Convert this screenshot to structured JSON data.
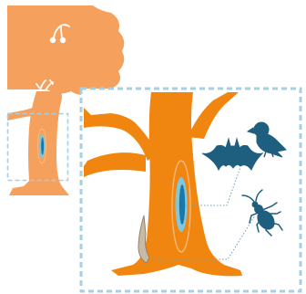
{
  "illustration": {
    "small_tree": {
      "fruit_icon": "cherry-icon",
      "fruit_color": "#ffffff",
      "small_leaf_color": "#ffffff"
    },
    "zoom_view": {
      "frame_style": "dashed",
      "hollow": "tree-cavity",
      "bark_wound": "bark-scar"
    },
    "animals": [
      {
        "icon": "bat-icon"
      },
      {
        "icon": "bird-icon"
      },
      {
        "icon": "beetle-icon"
      }
    ],
    "colors": {
      "tree_light": "#f5a05c",
      "tree_dark": "#f0860f",
      "cavity_outline": "#f7b878",
      "cavity_fill": "#7fc6e0",
      "cavity_core": "#1a78a8",
      "animal": "#1e5f7f",
      "frame": "#a7cfe1",
      "leader_line": "#6fa1ae",
      "scar_fill": "#c8bba6",
      "scar_edge": "#8e8270",
      "background": "#ffffff"
    }
  }
}
